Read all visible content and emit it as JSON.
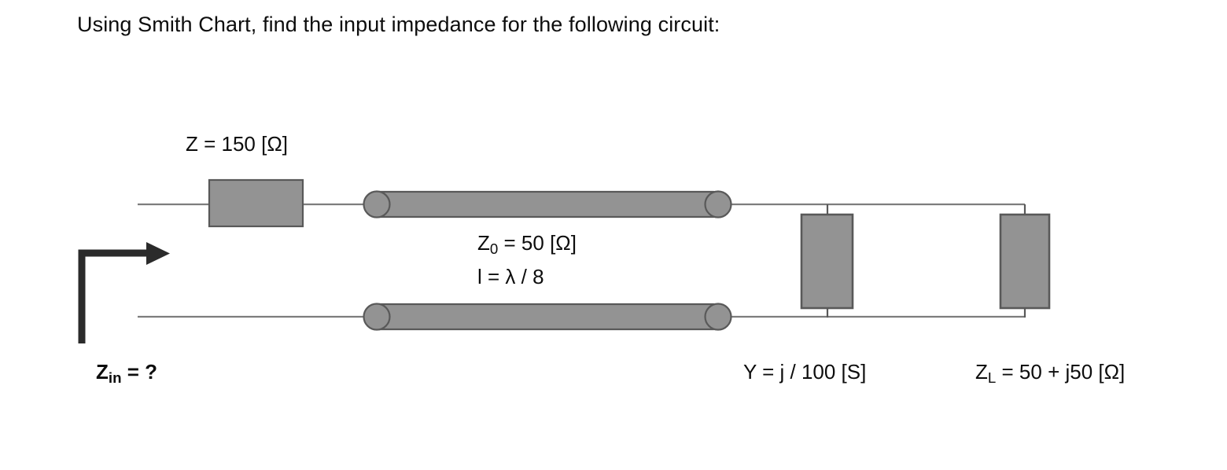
{
  "page": {
    "prompt": "Using Smith Chart, find the input impedance for the following circuit:",
    "background_color": "#ffffff",
    "text_color": "#0d0d0d"
  },
  "circuit": {
    "title": "transmission-line-circuit",
    "colors": {
      "component_fill": "#939393",
      "component_stroke": "#595959",
      "wire": "#7d7d7d",
      "arrow": "#2b2b2b"
    },
    "series_element": {
      "name": "series-impedance-resistor",
      "label_prefix": "Z = ",
      "value": "150",
      "units": "[Ω]",
      "label_full": "Z = 150  [Ω]"
    },
    "transmission_line": {
      "name": "transmission-line",
      "z0_prefix": "Z",
      "z0_subscript": "0",
      "z0_text": " = 50  [Ω]",
      "z0_full": "Z0 = 50  [Ω]",
      "length_label": "l = λ / 8",
      "characteristic_impedance": "50",
      "units": "[Ω]",
      "length": "λ / 8"
    },
    "shunt_element": {
      "name": "shunt-admittance",
      "label_full": "Y = j / 100  [S]",
      "value": "j / 100",
      "units": "[S]"
    },
    "load_element": {
      "name": "load-impedance",
      "label_prefix": "Z",
      "label_subscript": "L",
      "label_text": " = 50 + j50  [Ω]",
      "label_full": "ZL = 50 + j50  [Ω]",
      "value": "50 + j50",
      "units": "[Ω]"
    },
    "input_port": {
      "name": "input-impedance-marker",
      "label_prefix": "Z",
      "label_subscript": "in",
      "label_text": " = ?",
      "label_full": "Zin = ?"
    }
  }
}
